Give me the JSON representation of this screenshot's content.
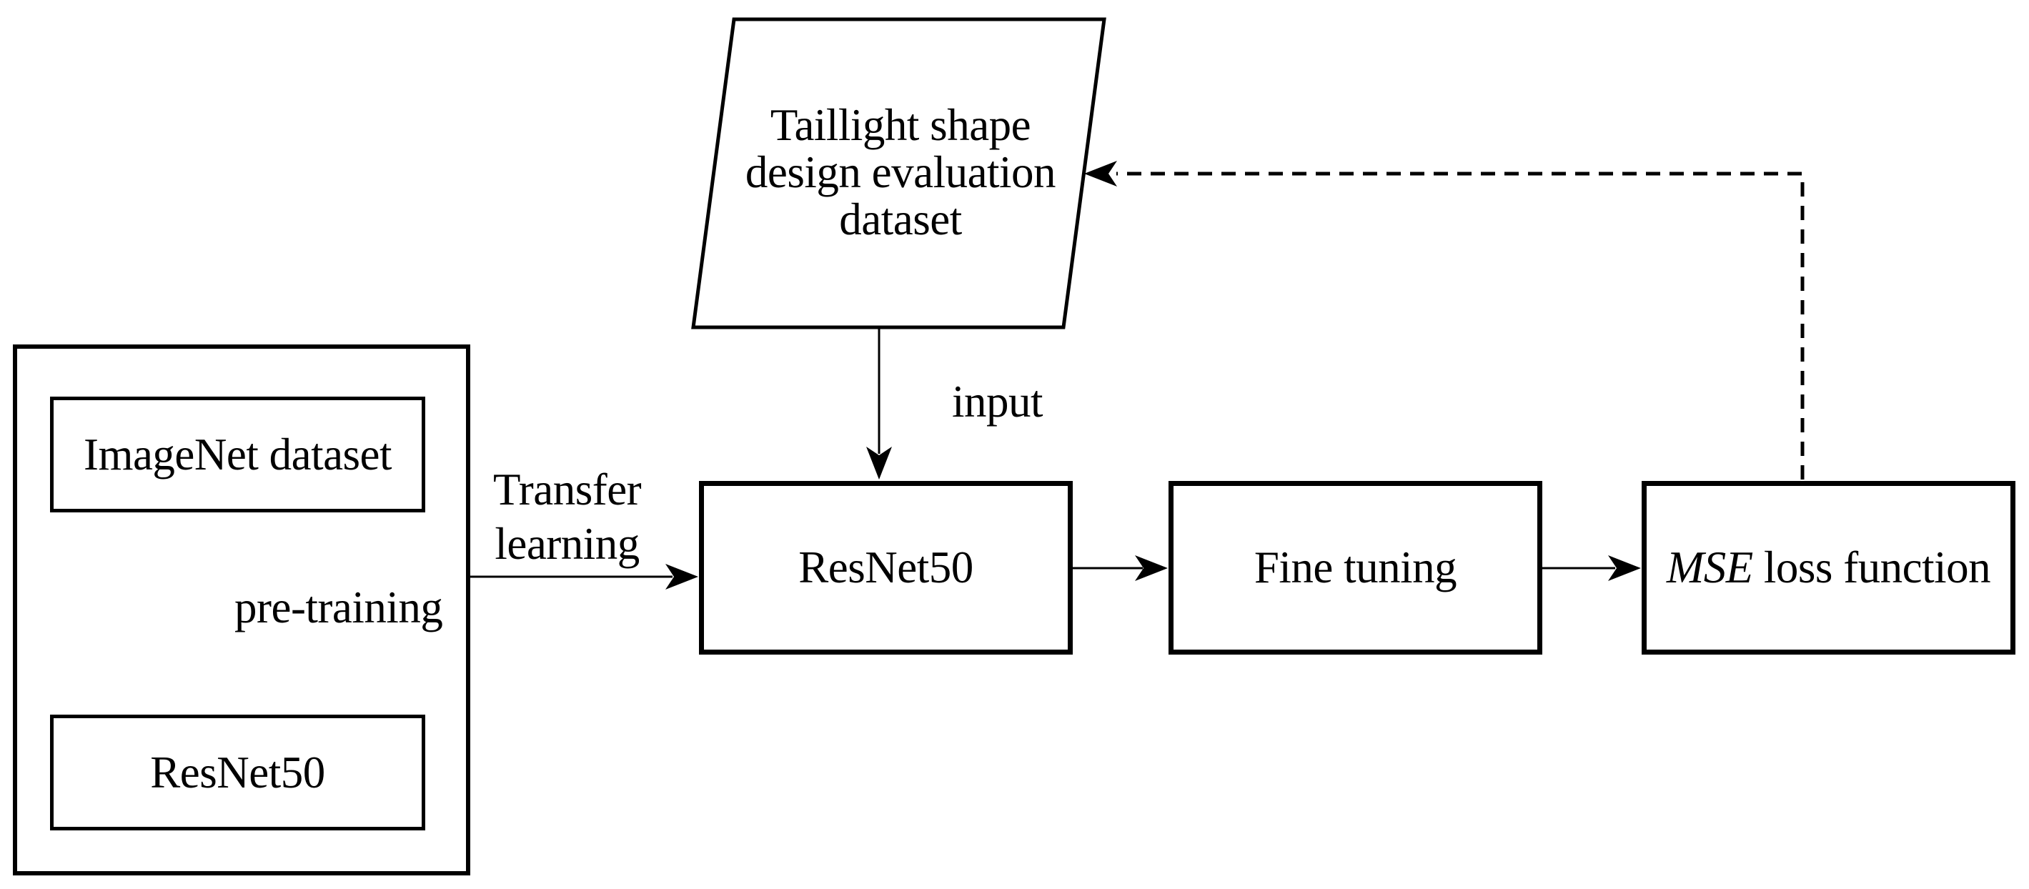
{
  "figure": {
    "type": "flow-diagram",
    "colors": {
      "line": "#000000",
      "background": "#ffffff"
    },
    "parallelogram": {
      "lines": [
        "Taillight shape",
        "design evaluation",
        "dataset"
      ]
    },
    "pretrain_group": {
      "imagenet_label": "ImageNet dataset",
      "resnet_label": "ResNet50",
      "arrow_label": "pre-training"
    },
    "main_row": {
      "resnet_label": "ResNet50",
      "fine_tuning_label": "Fine tuning",
      "mse_italic": "MSE",
      "mse_rest": "loss function"
    },
    "edge_labels": {
      "transfer_line1": "Transfer",
      "transfer_line2": "learning",
      "input": "input"
    },
    "icons": {
      "solid_arrowheads": "filled-triangle",
      "feedback_style": "dashed"
    }
  }
}
